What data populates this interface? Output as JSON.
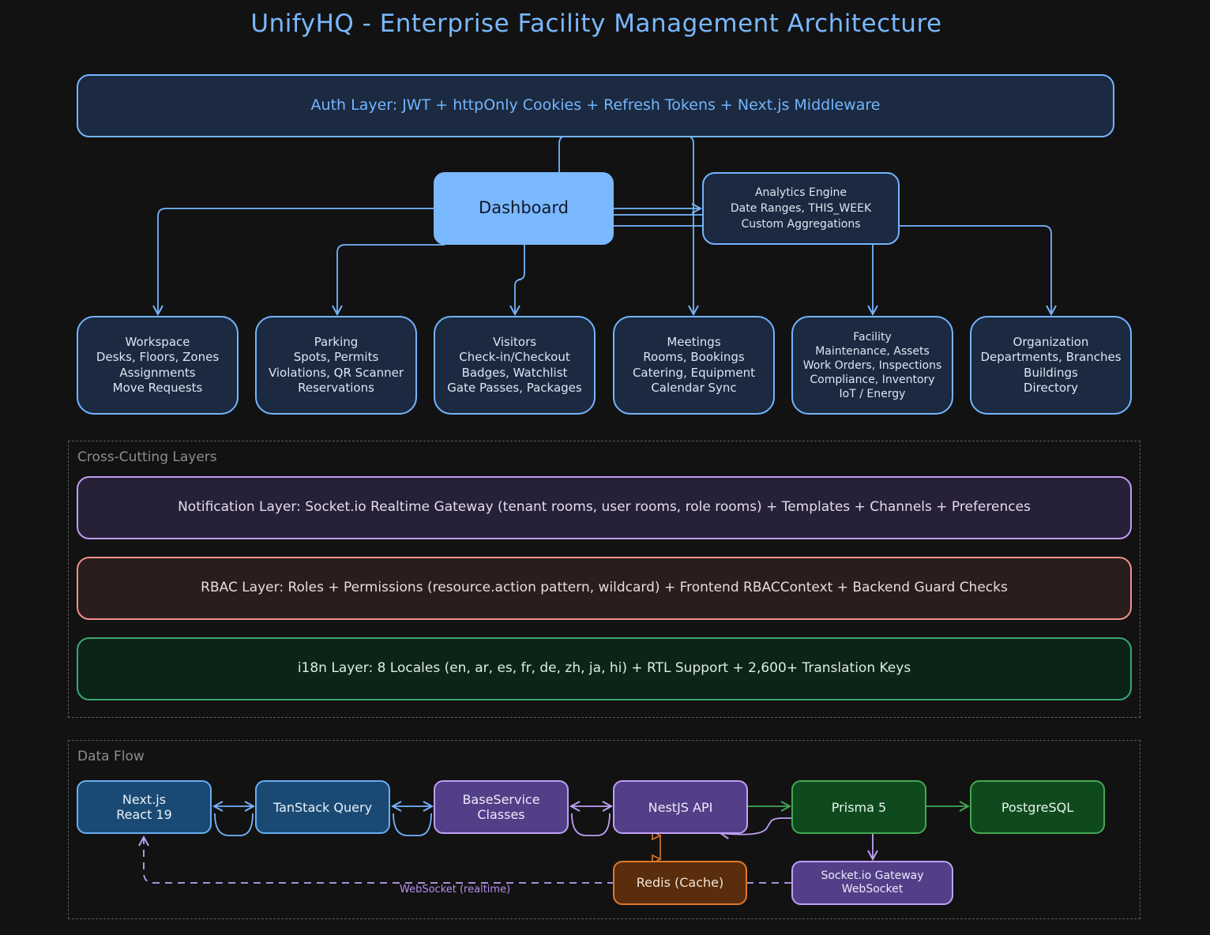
{
  "title": "UnifyHQ - Enterprise Facility Management Architecture",
  "auth_layer": "Auth Layer: JWT + httpOnly Cookies + Refresh Tokens + Next.js Middleware",
  "dashboard": "Dashboard",
  "analytics": [
    "Analytics Engine",
    "Date Ranges, THIS_WEEK",
    "Custom Aggregations"
  ],
  "modules": [
    {
      "lines": [
        "Workspace",
        "Desks, Floors, Zones",
        "Assignments",
        "Move Requests"
      ]
    },
    {
      "lines": [
        "Parking",
        "Spots, Permits",
        "Violations, QR Scanner",
        "Reservations"
      ]
    },
    {
      "lines": [
        "Visitors",
        "Check-in/Checkout",
        "Badges, Watchlist",
        "Gate Passes, Packages"
      ]
    },
    {
      "lines": [
        "Meetings",
        "Rooms, Bookings",
        "Catering, Equipment",
        "Calendar Sync"
      ]
    },
    {
      "lines": [
        "Facility",
        "Maintenance, Assets",
        "Work Orders, Inspections",
        "Compliance, Inventory",
        "IoT / Energy"
      ]
    },
    {
      "lines": [
        "Organization",
        "Departments, Branches",
        "Buildings",
        "Directory"
      ]
    }
  ],
  "cross_cutting": {
    "label": "Cross-Cutting Layers",
    "notification": "Notification Layer: Socket.io Realtime Gateway (tenant rooms, user rooms, role rooms) + Templates + Channels + Preferences",
    "rbac": "RBAC Layer: Roles + Permissions (resource.action pattern, wildcard) + Frontend RBACContext + Backend Guard Checks",
    "i18n": "i18n Layer: 8 Locales (en, ar, es, fr, de, zh, ja, hi) + RTL Support + 2,600+ Translation Keys"
  },
  "data_flow": {
    "label": "Data Flow",
    "nextjs": [
      "Next.js",
      "React 19"
    ],
    "tanstack": "TanStack Query",
    "baseservice": [
      "BaseService",
      "Classes"
    ],
    "nestjs": "NestJS API",
    "prisma": "Prisma 5",
    "postgres": "PostgreSQL",
    "redis": "Redis (Cache)",
    "socket": [
      "Socket.io Gateway",
      "WebSocket"
    ],
    "websocket_label": "WebSocket (realtime)"
  },
  "colors": {
    "blue": "#74b4ff",
    "purple": "#bfa0f5",
    "salmon": "#f0928a",
    "green": "#44a854",
    "orange": "#e0782a"
  }
}
